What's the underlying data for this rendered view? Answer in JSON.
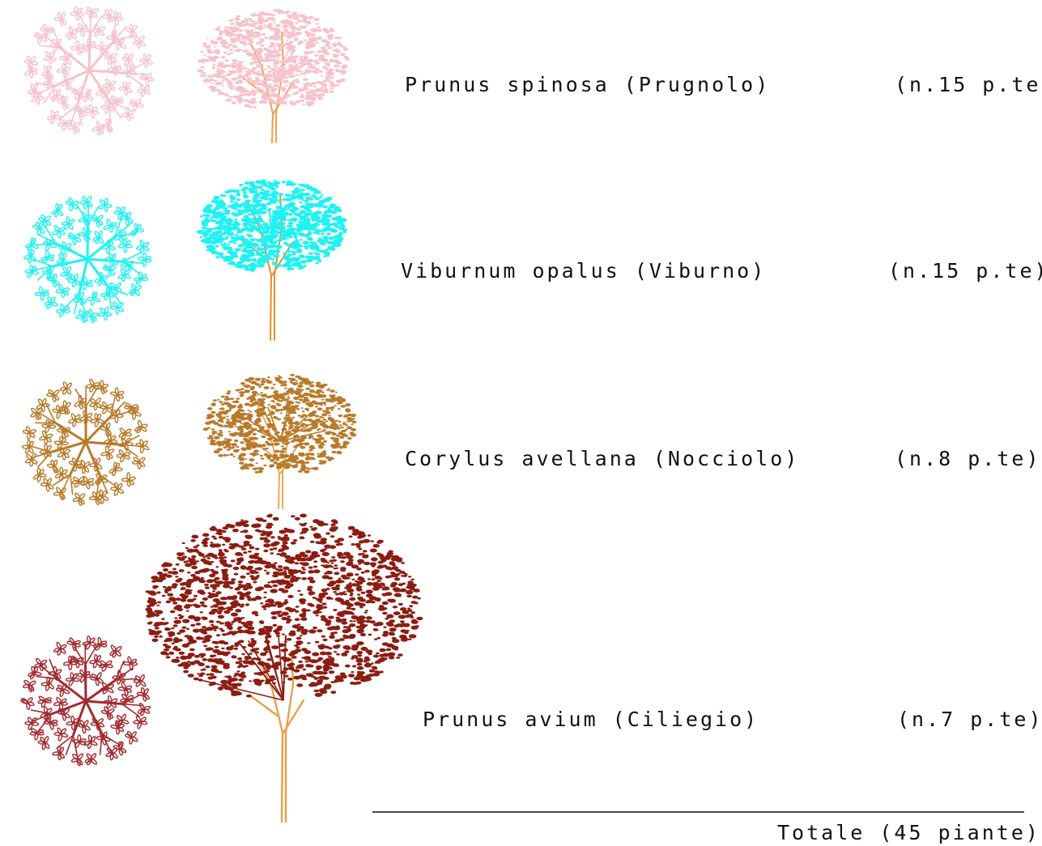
{
  "plants": [
    {
      "name": "Prunus spinosa (Prugnolo)",
      "count": "(n.15 p.te)",
      "plan_icon": "tree-plan-icon",
      "elevation_icon": "tree-elevation-icon",
      "foliage_color": "#f7c1cc",
      "trunk_color": "#f0a04a"
    },
    {
      "name": "Viburnum opalus (Viburno)",
      "count": "(n.15 p.te)",
      "plan_icon": "tree-plan-icon",
      "elevation_icon": "tree-elevation-icon",
      "foliage_color": "#1ff2f2",
      "trunk_color": "#e38d32"
    },
    {
      "name": "Corylus avellana (Nocciolo)",
      "count": "(n.8 p.te)",
      "plan_icon": "tree-plan-icon",
      "elevation_icon": "tree-elevation-icon",
      "foliage_color": "#b87a2a",
      "trunk_color": "#f2a85a"
    },
    {
      "name": "Prunus avium (Ciliegio)",
      "count": "(n.7 p.te)",
      "plan_icon": "tree-plan-icon",
      "elevation_icon": "tree-elevation-icon",
      "foliage_color": "#8b1d12",
      "trunk_color": "#e8a04c",
      "plan_color": "#a32a30"
    }
  ],
  "total": "Totale (45 piante)",
  "line_color": "#111111"
}
